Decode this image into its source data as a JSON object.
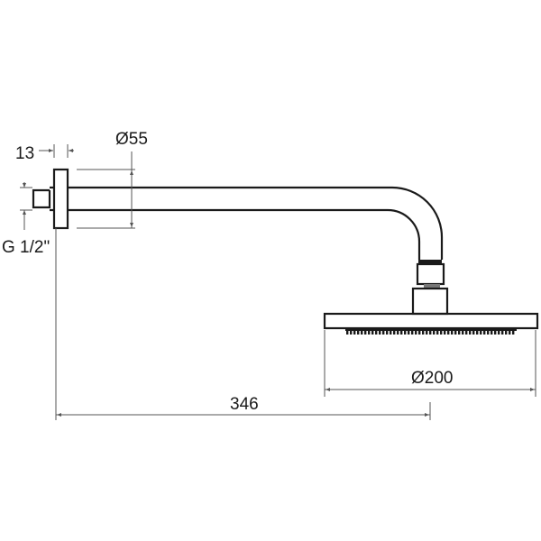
{
  "title": "Wall-mounted shower arm with round shower head - dimension drawing",
  "dimensions": {
    "wall_plate_depth": "13",
    "wall_plate_diameter": "Ø55",
    "thread": "G 1/2\"",
    "head_diameter": "Ø200",
    "projection": "346"
  },
  "colors": {
    "line": "#1a1a1a",
    "dimension": "#555555"
  }
}
